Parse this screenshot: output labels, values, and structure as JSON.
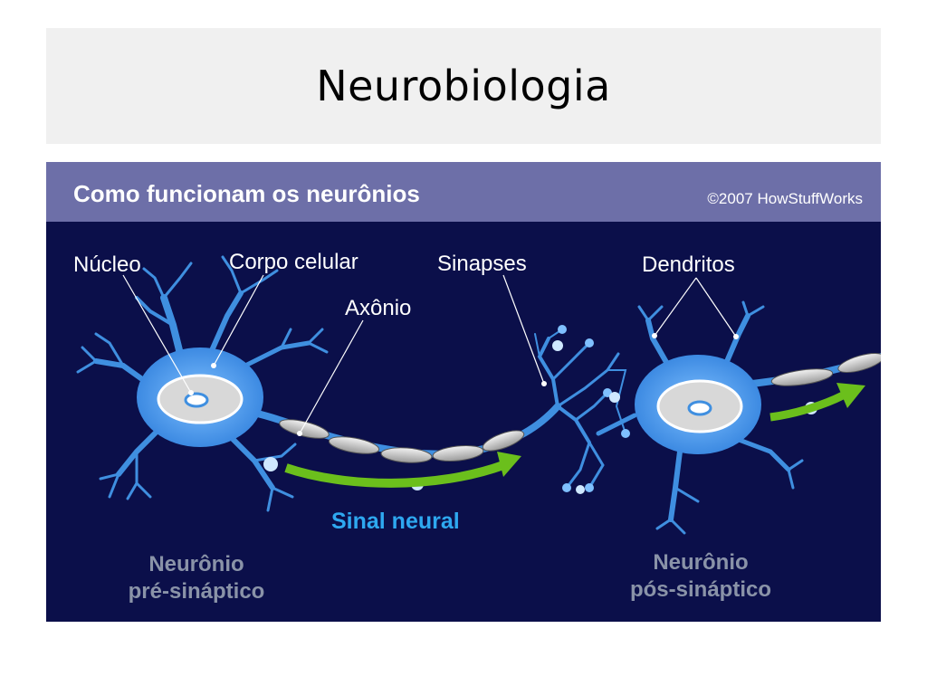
{
  "slide": {
    "title": "Neurobiologia"
  },
  "figure": {
    "header_title": "Como funcionam os neurônios",
    "copyright": "©2007 HowStuffWorks",
    "labels": {
      "nucleo": "Núcleo",
      "corpo_celular": "Corpo celular",
      "axonio": "Axônio",
      "sinapses": "Sinapses",
      "dendritos": "Dendritos",
      "sinal_neural": "Sinal neural"
    },
    "neuron_pre": {
      "line1": "Neurônio",
      "line2": "pré-sináptico"
    },
    "neuron_pos": {
      "line1": "Neurônio",
      "line2": "pós-sináptico"
    }
  },
  "colors": {
    "background": "#0b0f4a",
    "header": "#6d6fa8",
    "neuron": "#3f8fe0",
    "signal_arrow": "#6bbf1c",
    "signal_text": "#2ea8f0"
  }
}
